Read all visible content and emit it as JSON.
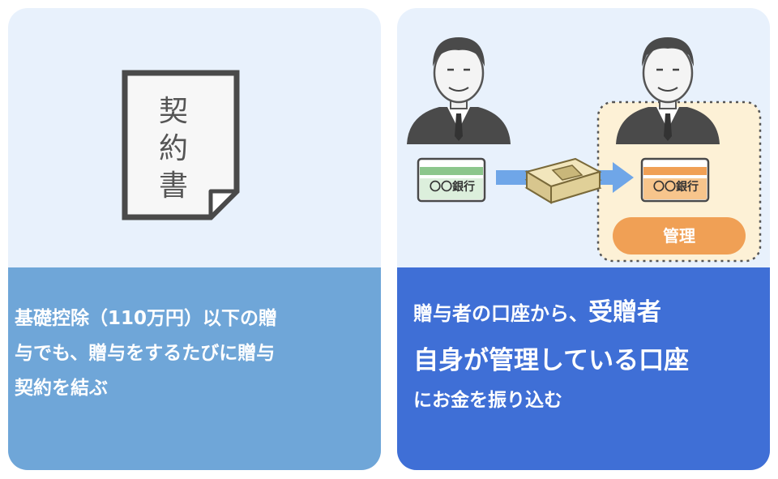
{
  "left_panel": {
    "document_chars": [
      "契",
      "約",
      "書"
    ],
    "caption_lines": [
      "基礎控除（110万円）以下の贈",
      "与でも、贈与をするたびに贈与",
      "契約を結ぶ"
    ]
  },
  "right_panel": {
    "bank_left_label": "〇〇銀行",
    "bank_right_label": "〇〇銀行",
    "kanri_label": "管理",
    "caption_line1_a": "贈与者の口座から、",
    "caption_line1_b": "受贈者",
    "caption_line2": "自身が管理している口座",
    "caption_line3": "にお金を振り込む"
  },
  "colors": {
    "panel_bg": "#e8f1fc",
    "left_bottom": "#6fa6d8",
    "right_bottom": "#3f6fd6",
    "accent_orange": "#f0a055",
    "bank_green": "#8cc68c",
    "bank_orange": "#f0a055"
  }
}
